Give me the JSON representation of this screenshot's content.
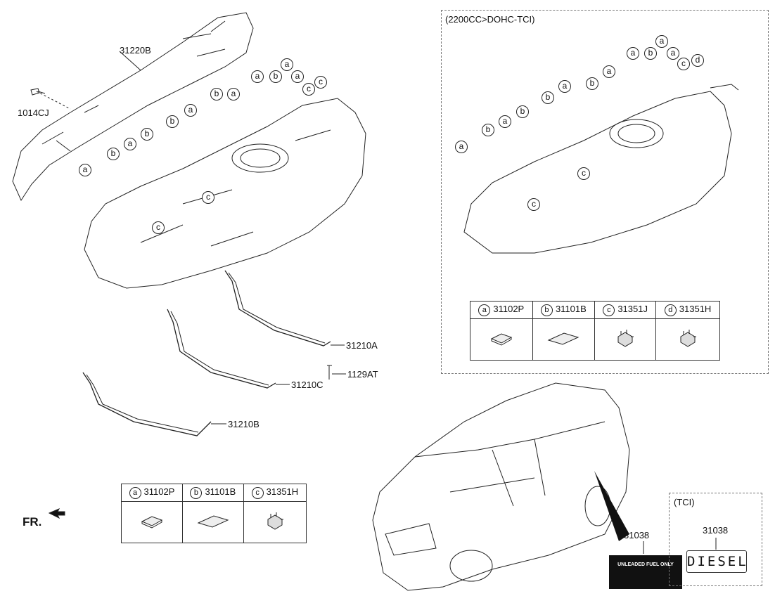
{
  "main_parts": {
    "shield": "31220B",
    "bolt_shield": "1014CJ",
    "band_a": "31210A",
    "band_b": "31210B",
    "band_c": "31210C",
    "bolt_band": "1129AT"
  },
  "variant_box": {
    "title": "(2200CC>DOHC-TCI)"
  },
  "callout_letters": {
    "a": "a",
    "b": "b",
    "c": "c",
    "d": "d"
  },
  "legend_main": {
    "items": [
      {
        "letter": "a",
        "part": "31102P"
      },
      {
        "letter": "b",
        "part": "31101B"
      },
      {
        "letter": "c",
        "part": "31351H"
      }
    ]
  },
  "legend_variant": {
    "items": [
      {
        "letter": "a",
        "part": "31102P"
      },
      {
        "letter": "b",
        "part": "31101B"
      },
      {
        "letter": "c",
        "part": "31351J"
      },
      {
        "letter": "d",
        "part": "31351H"
      }
    ]
  },
  "front_marker": "FR.",
  "fuel_label": {
    "part": "31038",
    "main_text": "UNLEADED FUEL ONLY"
  },
  "tci_box": {
    "title": "(TCI)",
    "part": "31038",
    "badge_text": "DIESEL"
  }
}
